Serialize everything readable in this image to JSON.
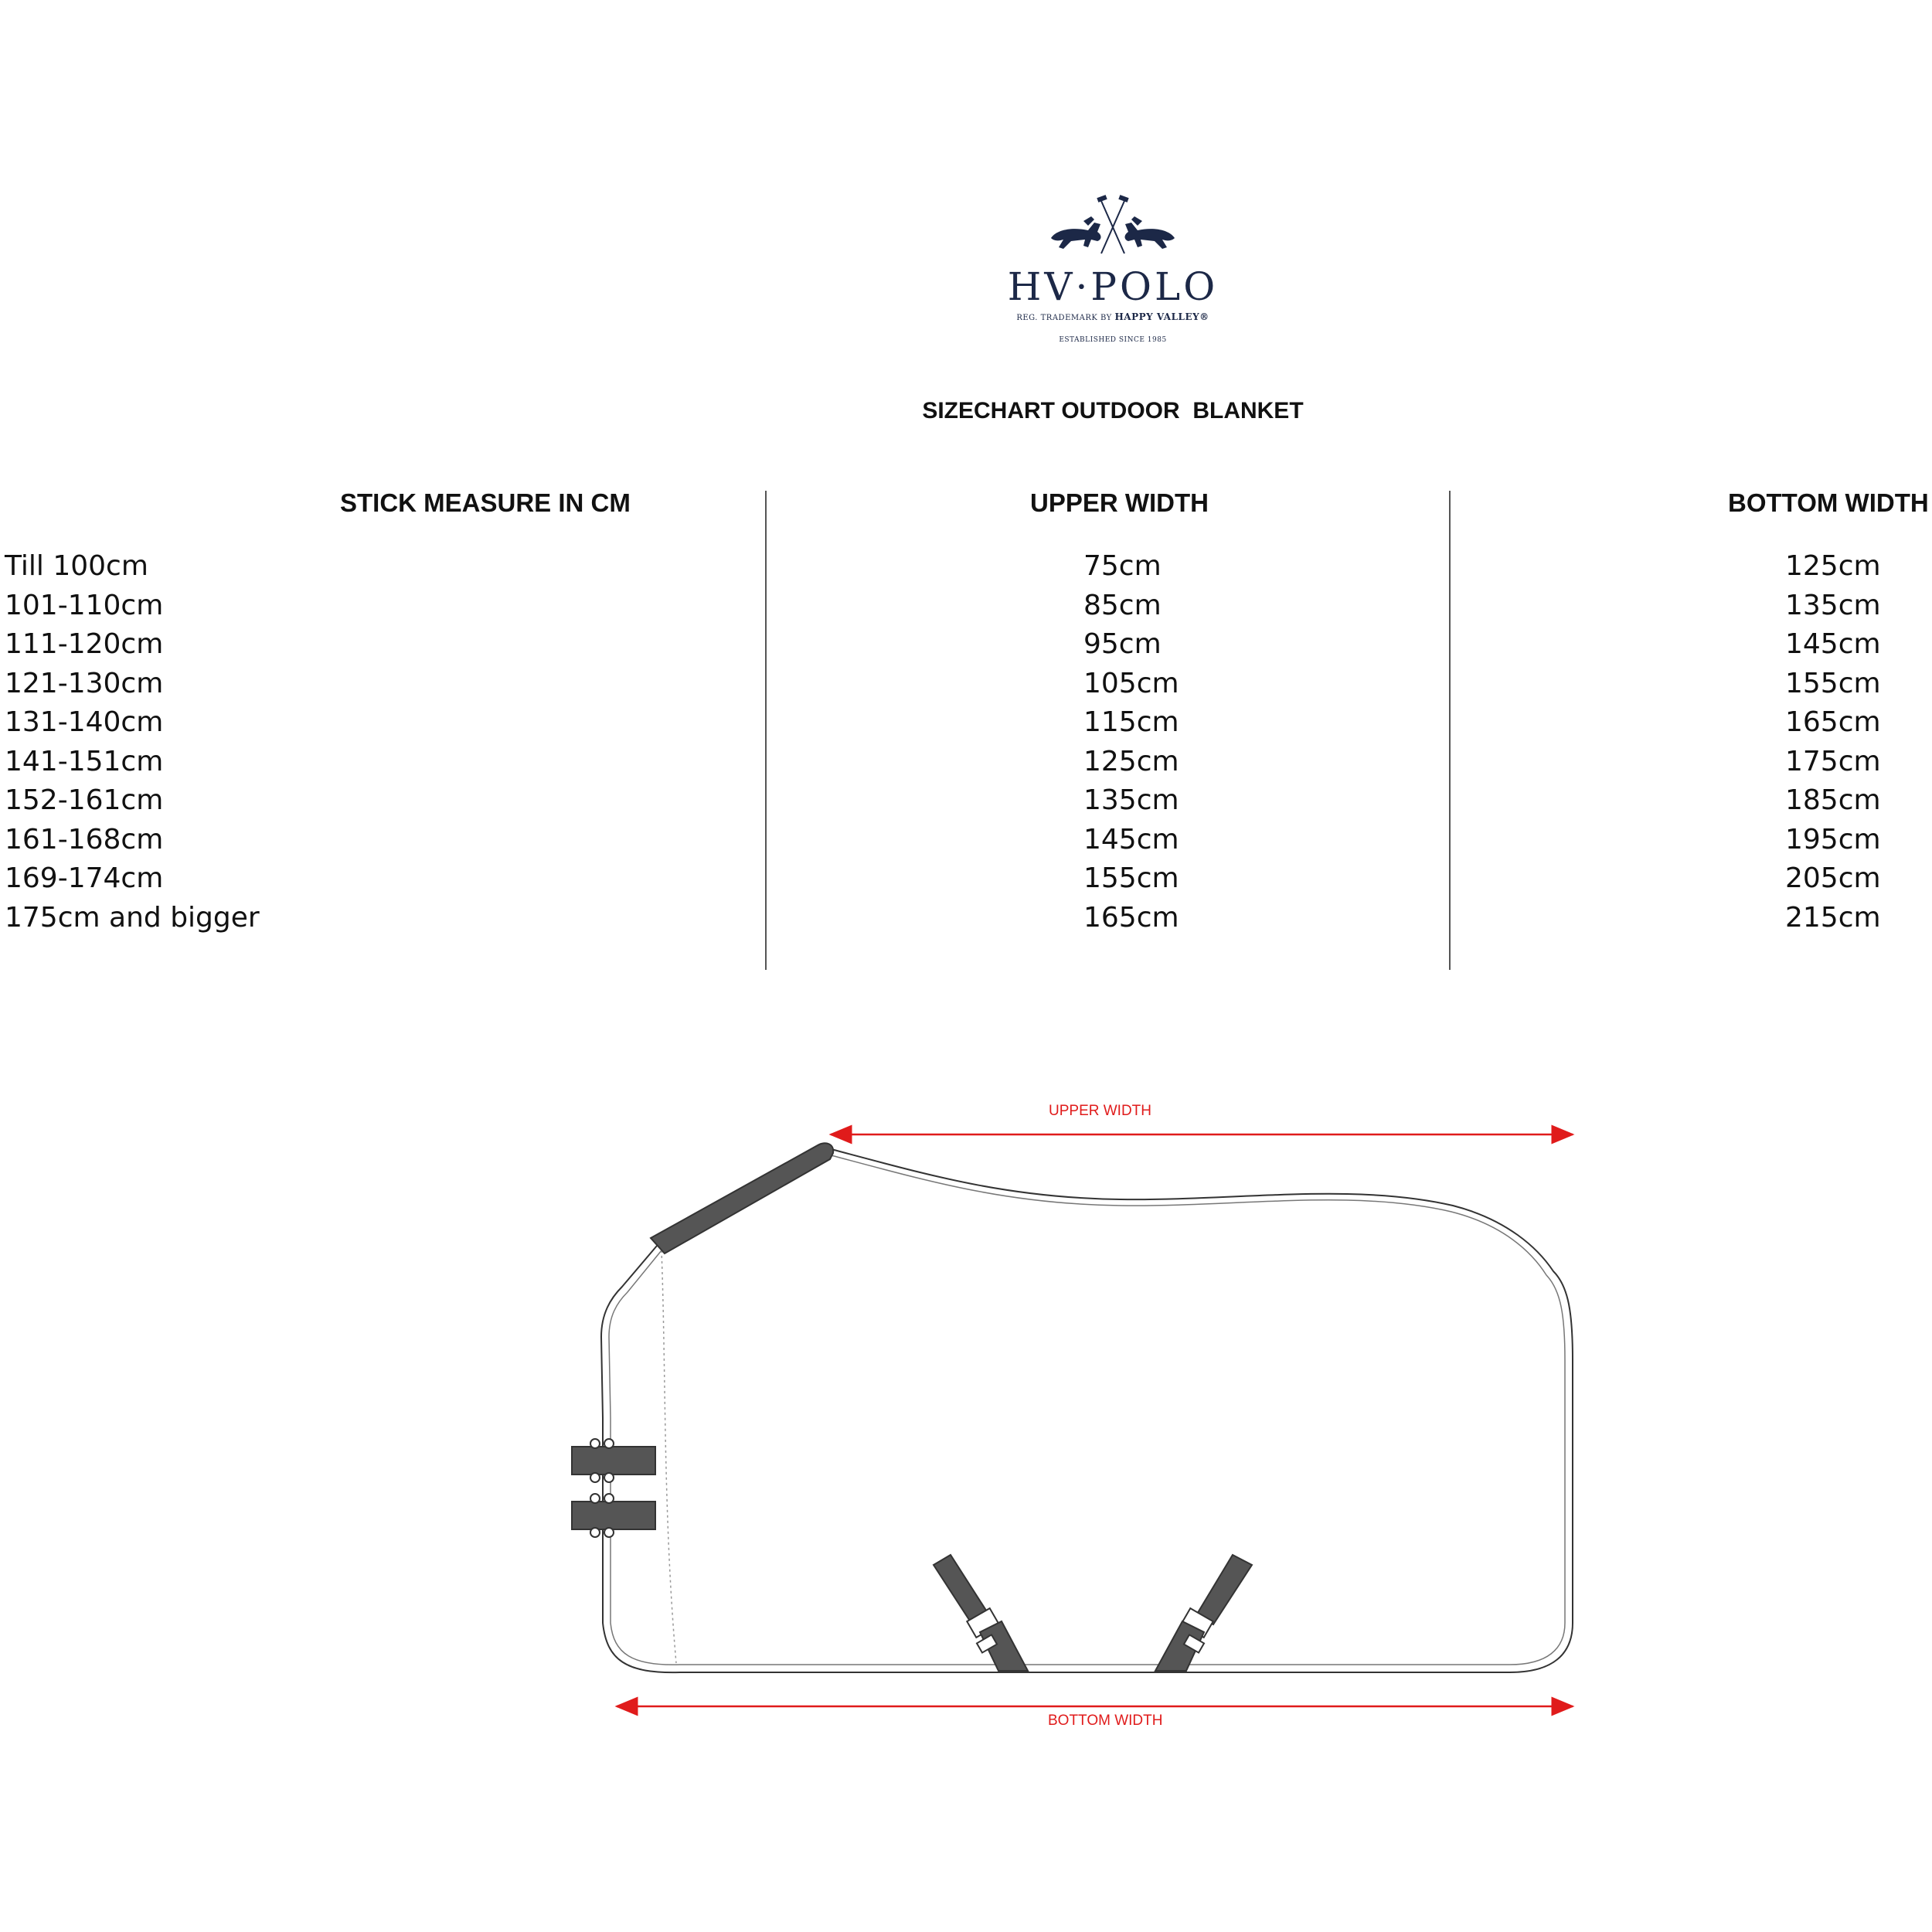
{
  "logo": {
    "brand": "HV·POLO",
    "trademark_prefix": "REG. TRADEMARK BY ",
    "trademark_name": "HAPPY VALLEY®",
    "established": "ESTABLISHED SINCE 1985",
    "color": "#1c2847"
  },
  "title": "SIZECHART OUTDOOR  BLANKET",
  "table": {
    "headers": [
      "STICK MEASURE IN CM",
      "UPPER WIDTH",
      "BOTTOM WIDTH"
    ],
    "stick_measure": [
      "Till 100cm",
      "101-110cm",
      "111-120cm",
      "121-130cm",
      "131-140cm",
      "141-151cm",
      "152-161cm",
      "161-168cm",
      "169-174cm",
      "175cm and bigger"
    ],
    "upper_width": [
      "75cm",
      "85cm",
      "95cm",
      "105cm",
      "115cm",
      "125cm",
      "135cm",
      "145cm",
      "155cm",
      "165cm"
    ],
    "bottom_width": [
      "125cm",
      "135cm",
      "145cm",
      "155cm",
      "165cm",
      "175cm",
      "185cm",
      "195cm",
      "205cm",
      "215cm"
    ]
  },
  "diagram": {
    "upper_label": "UPPER WIDTH",
    "bottom_label": "BOTTOM WIDTH",
    "arrow_color": "#e01b1b",
    "strap_color": "#555555"
  }
}
